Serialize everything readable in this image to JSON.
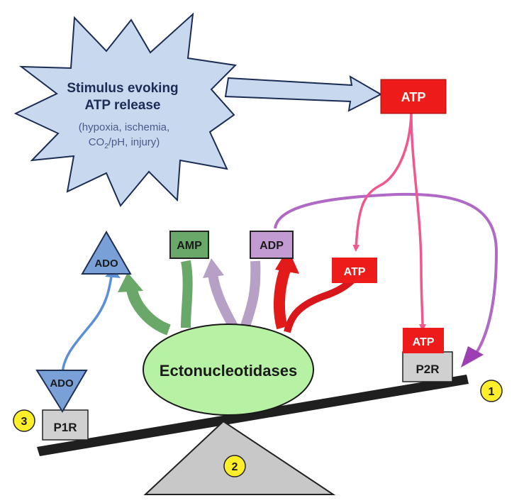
{
  "stimulus": {
    "title_line1": "Stimulus evoking",
    "title_line2": "ATP release",
    "detail_line1": "(hypoxia, ischemia,",
    "detail_co": "CO",
    "detail_sub": "2",
    "detail_rest": "/pH,  injury)",
    "detail_line3": ""
  },
  "boxes": {
    "atp_top": "ATP",
    "atp_mid": "ATP",
    "atp_on_p2r": "ATP",
    "adp": "ADP",
    "amp": "AMP",
    "ado_top": "ADO",
    "ado_bottom": "ADO"
  },
  "receptors": {
    "p1r": "P1R",
    "p2r": "P2R"
  },
  "enzyme": "Ectonucleotidases",
  "markers": [
    "1",
    "2",
    "3"
  ],
  "colors": {
    "atp_red": "#ee1b1b",
    "adp_purple": "#c39bd3",
    "amp_green": "#6aa86a",
    "ado_blue": "#7aa0d8",
    "enzyme_green": "#b7f1a4",
    "stimulus_fill": "#c8d8ef",
    "marker_yellow": "#ffef2a",
    "pink_arrow": "#f1578f",
    "purple_arrow": "#b069c4"
  }
}
